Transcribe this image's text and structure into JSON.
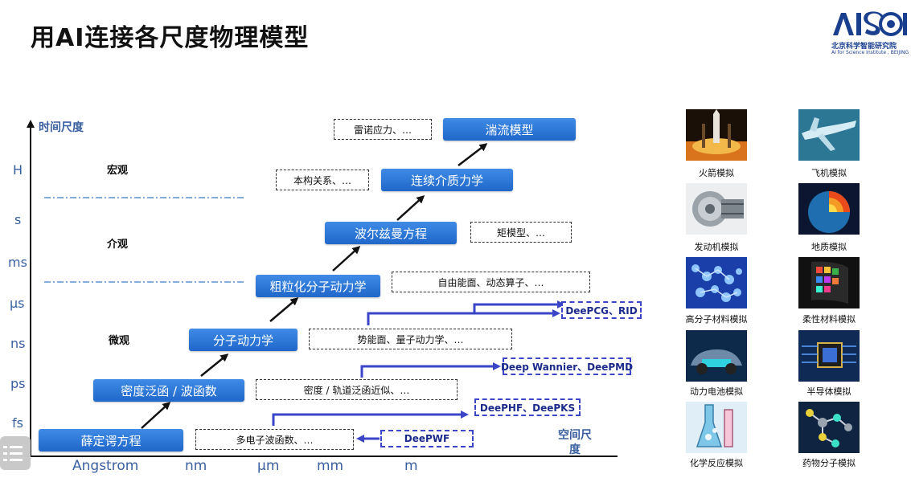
{
  "slide": {
    "title": "用AI连接各尺度物理模型",
    "logo": {
      "mark": "AISI",
      "cn": "北京科学智能研究院",
      "en": "AI for Science Institute , BEIJING"
    }
  },
  "axes": {
    "y_label": "时间尺度",
    "x_label": "空间尺度",
    "y_ticks": [
      "H",
      "s",
      "ms",
      "μs",
      "ns",
      "ps",
      "fs"
    ],
    "x_ticks": [
      "Angstrom",
      "nm",
      "μm",
      "mm",
      "m"
    ]
  },
  "bands": [
    "宏观",
    "介观",
    "微观"
  ],
  "models": [
    "薛定谔方程",
    "密度泛函 / 波函数",
    "分子动力学",
    "粗粒化分子动力学",
    "波尔兹曼方程",
    "连续介质力学",
    "湍流模型"
  ],
  "approximations": [
    "多电子波函数、…",
    "密度 / 轨道泛函近似、…",
    "势能面、量子动力学、…",
    "自由能面、动态算子、…",
    "矩模型、…",
    "本构关系、…",
    "雷诺应力、…"
  ],
  "ai_methods": [
    "DeePWF",
    "DeePHF、DeePKS",
    "Deep Wannier、DeePMD",
    "DeePCG、RID"
  ],
  "applications": [
    {
      "caption": "火箭模拟",
      "icon": "rocket-image"
    },
    {
      "caption": "飞机模拟",
      "icon": "airplane-image"
    },
    {
      "caption": "发动机模拟",
      "icon": "engine-image"
    },
    {
      "caption": "地质模拟",
      "icon": "earth-image"
    },
    {
      "caption": "高分子材料模拟",
      "icon": "polymer-image"
    },
    {
      "caption": "柔性材料模拟",
      "icon": "flexible-screen-image"
    },
    {
      "caption": "动力电池模拟",
      "icon": "battery-car-image"
    },
    {
      "caption": "半导体模拟",
      "icon": "chip-image"
    },
    {
      "caption": "化学反应模拟",
      "icon": "chemistry-image"
    },
    {
      "caption": "药物分子模拟",
      "icon": "drug-molecule-image"
    }
  ],
  "colors": {
    "model_box": "#2a74d6",
    "ai_box_border": "#3a45c8",
    "tick_text": "#3a5fa0"
  }
}
